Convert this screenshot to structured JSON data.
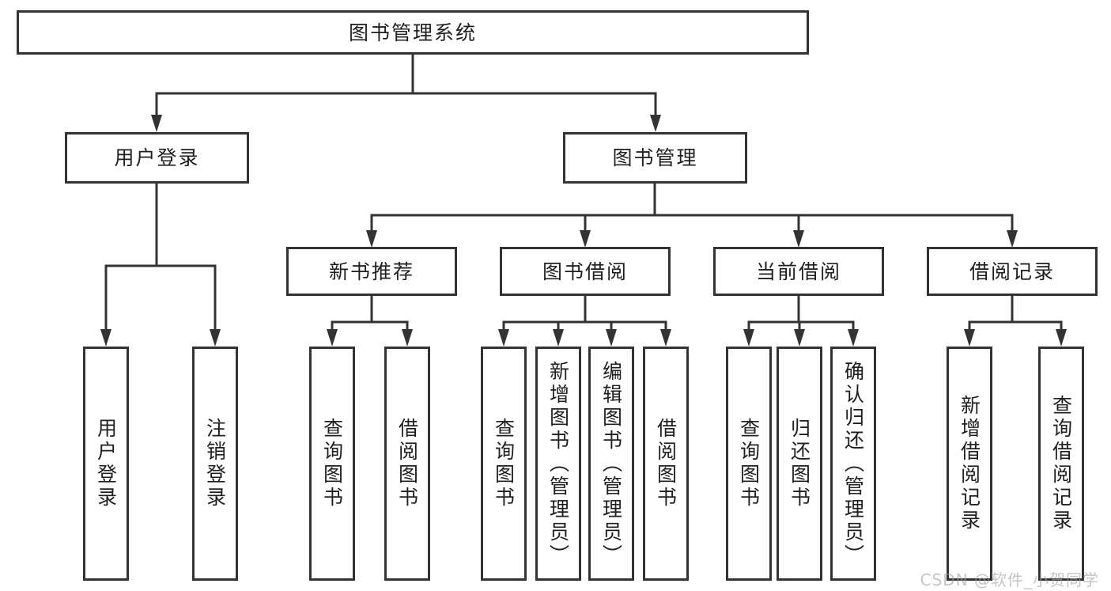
{
  "tree": {
    "root": {
      "label": "图书管理系统"
    },
    "branches": [
      {
        "label": "用户登录",
        "children": [
          {
            "label": "用户登录"
          },
          {
            "label": "注销登录"
          }
        ]
      },
      {
        "label": "图书管理",
        "children": [
          {
            "label": "新书推荐",
            "children": [
              {
                "label": "查询图书"
              },
              {
                "label": "借阅图书"
              }
            ]
          },
          {
            "label": "图书借阅",
            "children": [
              {
                "label": "查询图书"
              },
              {
                "label": "新增图书（管理员）"
              },
              {
                "label": "编辑图书（管理员）"
              },
              {
                "label": "借阅图书"
              }
            ]
          },
          {
            "label": "当前借阅",
            "children": [
              {
                "label": "查询图书"
              },
              {
                "label": "归还图书"
              },
              {
                "label": "确认归还（管理员）"
              }
            ]
          },
          {
            "label": "借阅记录",
            "children": [
              {
                "label": "新增借阅记录"
              },
              {
                "label": "查询借阅记录"
              }
            ]
          }
        ]
      }
    ]
  },
  "watermark": {
    "text": "CSDN @软件_小贺同学"
  },
  "colors": {
    "line": "#333333",
    "box_border": "#333333",
    "box_fill": "#ffffff",
    "text": "#1f1f1f",
    "watermark": "#9e9e9e",
    "background": "#ffffff"
  }
}
